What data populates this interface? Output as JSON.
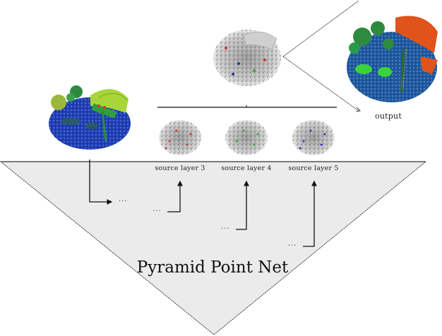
{
  "diagram": {
    "title": "Pyramid Point Net",
    "output_label": "output",
    "source_layers": [
      {
        "label": "source layer 3",
        "tint": "#c0504d"
      },
      {
        "label": "source layer 4",
        "tint": "#3a8a3a"
      },
      {
        "label": "source layer 5",
        "tint": "#3b4cc0"
      }
    ],
    "ellipsis": "...",
    "colors": {
      "pyramid_fill": "#ebebeb",
      "stroke": "#111111",
      "ground_blue": "#1f3fb5",
      "output_blue": "#1f5a9e",
      "vegetation_green": "#2e8b3e",
      "roof_yellow_green": "#a8d63a",
      "roof_orange": "#e0541c"
    },
    "nodes": [
      {
        "id": "input-cloud",
        "description": "colored input point cloud"
      },
      {
        "id": "fused-cloud",
        "description": "gray point cloud with multi-colored points"
      },
      {
        "id": "output-cloud",
        "description": "segmented output point cloud"
      }
    ]
  }
}
